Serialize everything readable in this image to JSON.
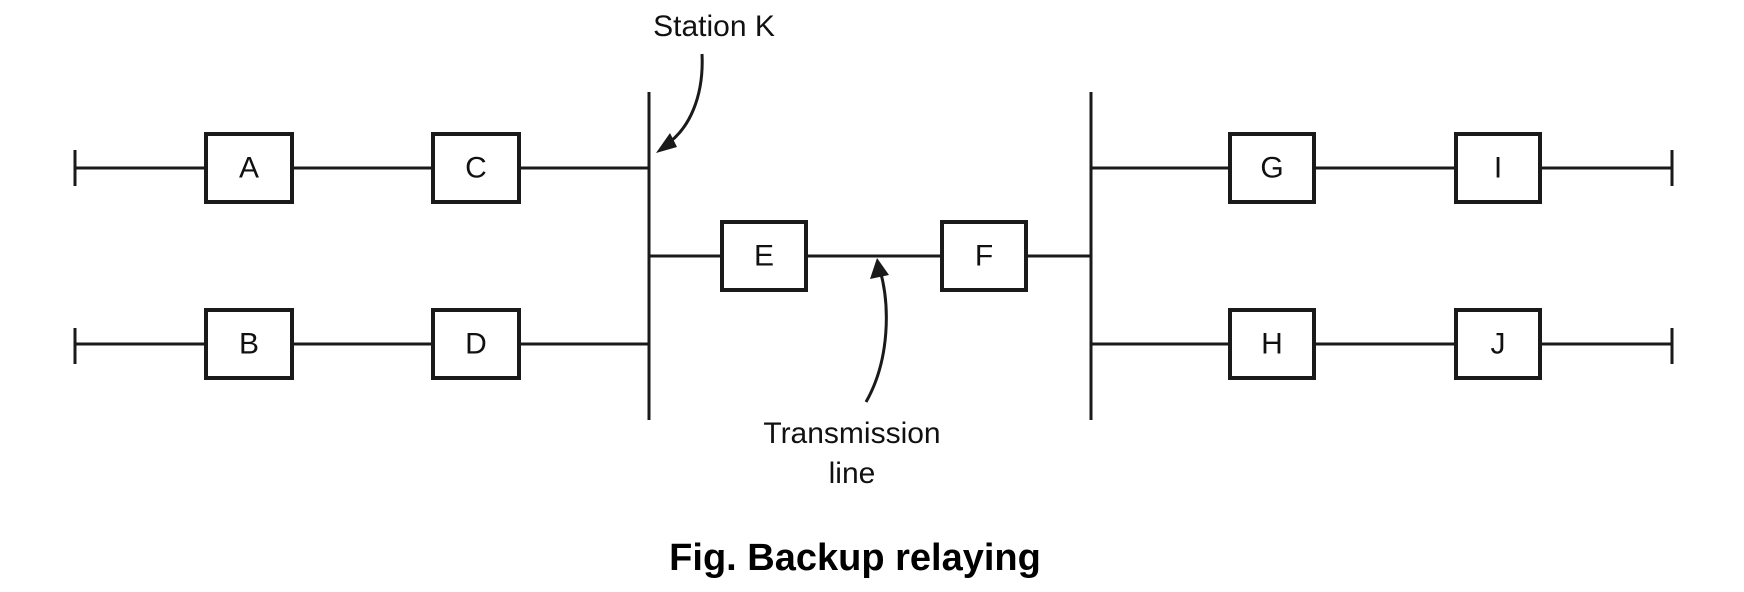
{
  "diagram": {
    "station_label": "Station K",
    "line_label_1": "Transmission",
    "line_label_2": "line",
    "caption": "Fig. Backup relaying",
    "boxes": {
      "a": "A",
      "b": "B",
      "c": "C",
      "d": "D",
      "e": "E",
      "f": "F",
      "g": "G",
      "h": "H",
      "i": "I",
      "j": "J"
    }
  }
}
